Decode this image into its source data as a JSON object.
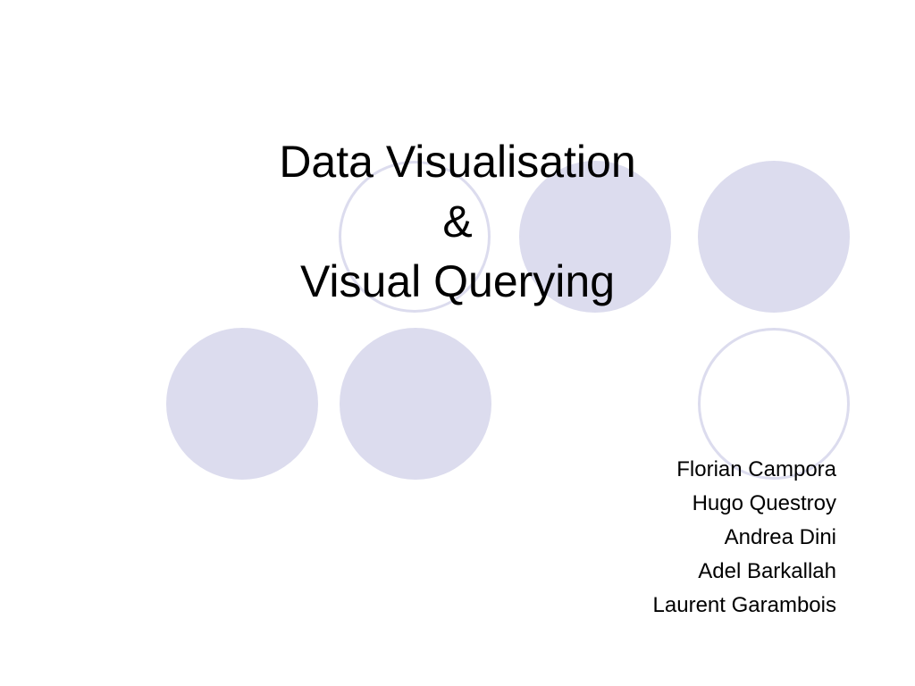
{
  "slide": {
    "title_lines": [
      "Data Visualisation",
      "&",
      "Visual Querying"
    ],
    "authors": [
      "Florian Campora",
      "Hugo Questroy",
      "Andrea Dini",
      "Adel Barkallah",
      "Laurent Garambois"
    ]
  },
  "theme": {
    "circle_color": "#dcdcee",
    "text_color": "#000000",
    "background": "#ffffff"
  }
}
